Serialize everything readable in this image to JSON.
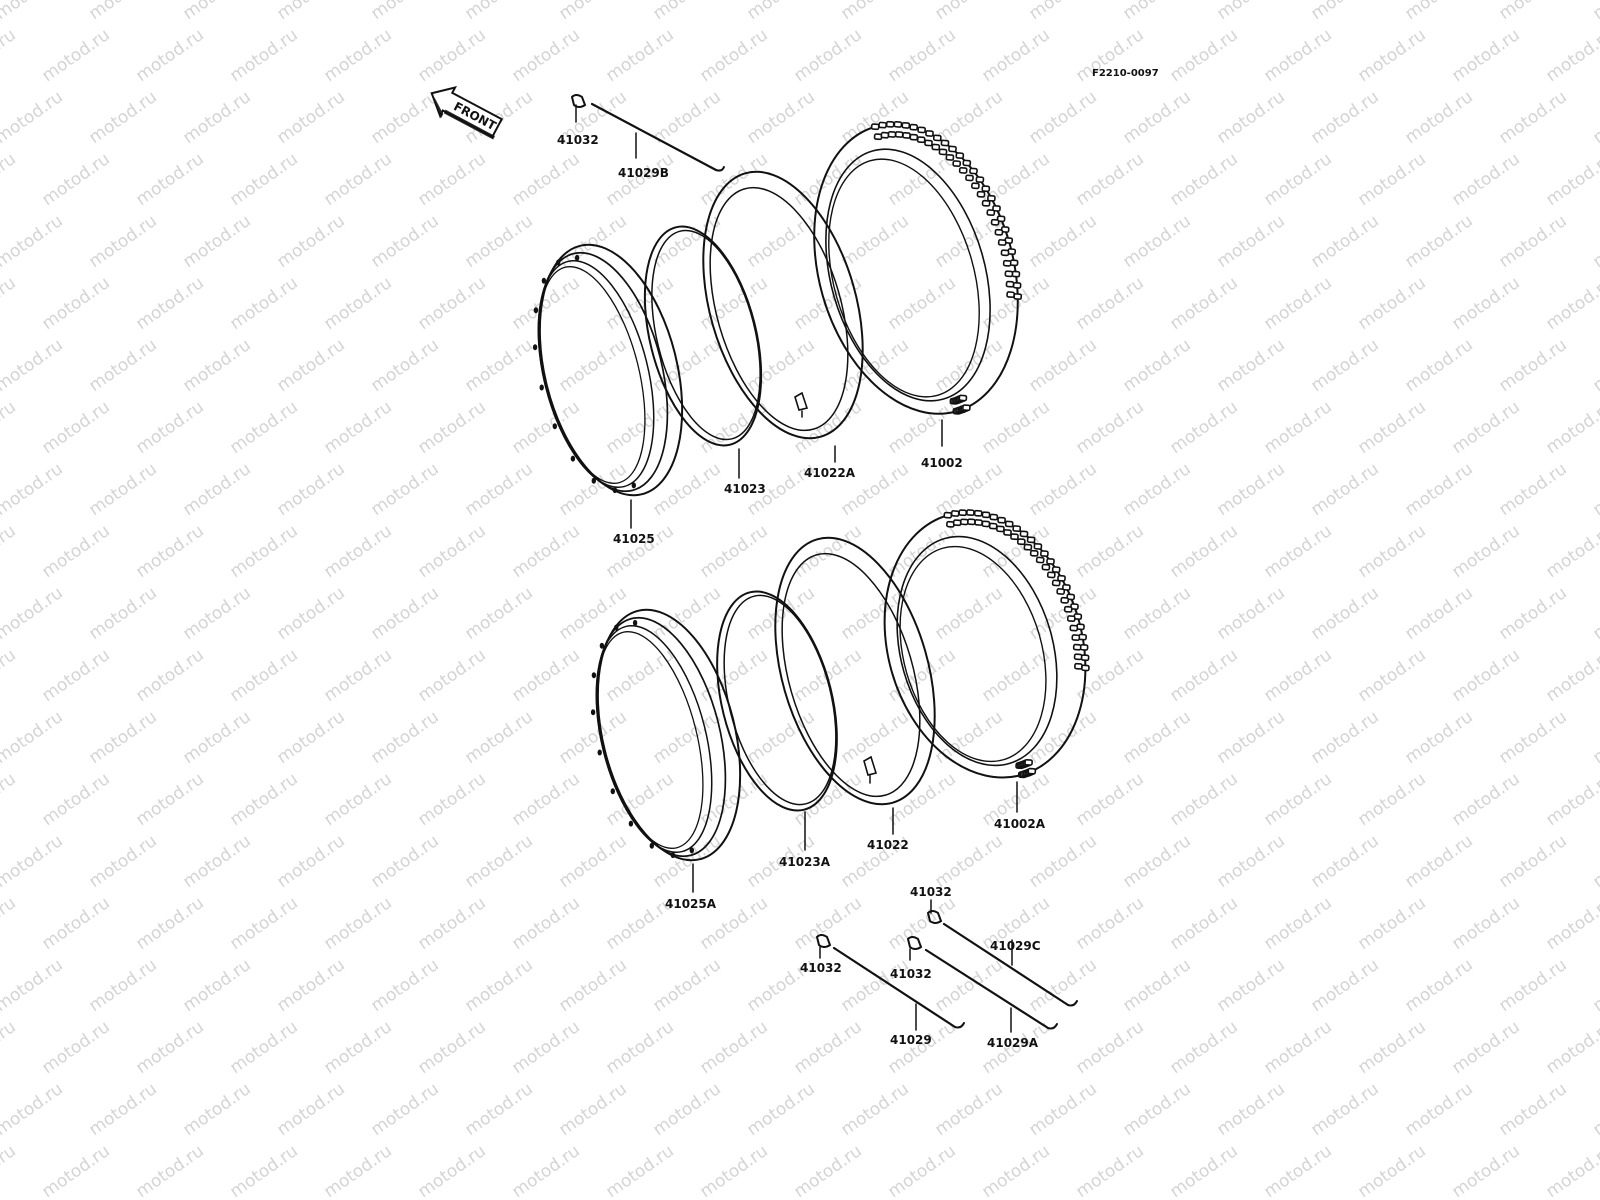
{
  "reference_code": "F2210-0097",
  "front_arrow": {
    "label": "FRONT",
    "icon": "front-direction-arrow-icon"
  },
  "watermark": "motod.ru",
  "parts": {
    "upper_spoke_nipple": "41032",
    "upper_spoke": "41029B",
    "upper_rim": "41025",
    "upper_rim_band": "41023",
    "upper_tube": "41022A",
    "upper_tire": "41002",
    "lower_rim": "41025A",
    "lower_rim_band": "41023A",
    "lower_tube": "41022",
    "lower_tire": "41002A",
    "lower_spoke_nipple_top": "41032",
    "lower_spoke_c": "41029C",
    "lower_spoke_nipple_left": "41032",
    "lower_spoke_nipple_mid": "41032",
    "lower_spoke": "41029",
    "lower_spoke_a": "41029A"
  },
  "colors": {
    "line": "#111111",
    "watermark": "#d4d4d4",
    "background": "#ffffff"
  }
}
